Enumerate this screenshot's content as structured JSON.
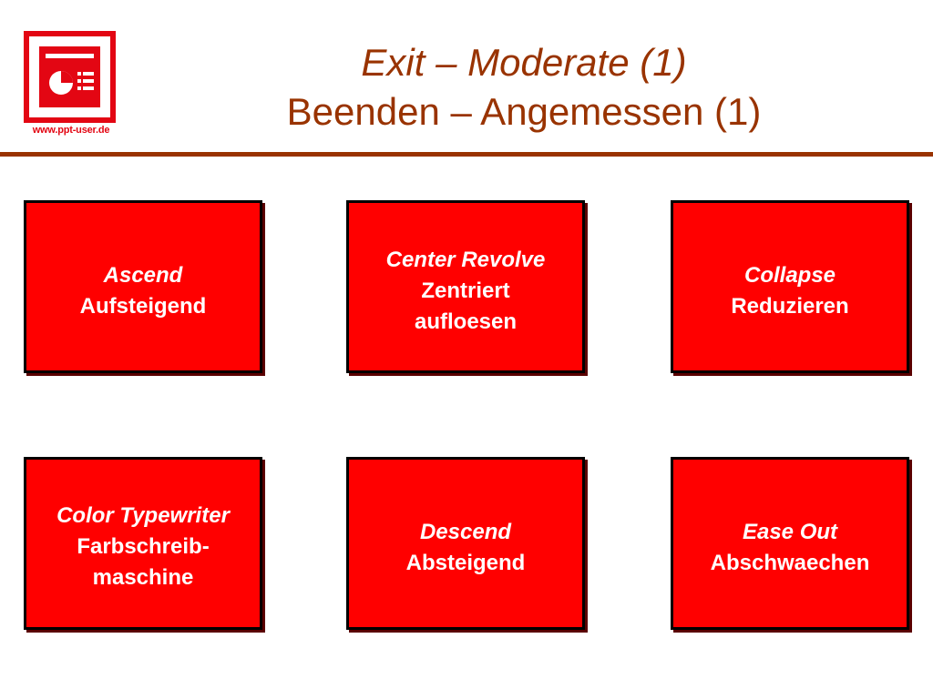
{
  "logo": {
    "caption": "www.ppt-user.de"
  },
  "title": {
    "line1": "Exit – Moderate (1)",
    "line2": "Beenden – Angemessen (1)"
  },
  "effects": [
    {
      "en": "Ascend",
      "de": "Aufsteigend"
    },
    {
      "en": "Center Revolve",
      "de_line1": "Zentriert",
      "de_line2": "aufloesen"
    },
    {
      "en": "Collapse",
      "de": "Reduzieren"
    },
    {
      "en": "Color Typewriter",
      "de_line1": "Farbschreib-",
      "de_line2": "maschine"
    },
    {
      "en": "Descend",
      "de": "Absteigend"
    },
    {
      "en": "Ease Out",
      "de": "Abschwaechen"
    }
  ],
  "colors": {
    "title": "#993300",
    "box_fill": "#ff0000",
    "box_border": "#000000",
    "logo_red": "#e30613"
  }
}
